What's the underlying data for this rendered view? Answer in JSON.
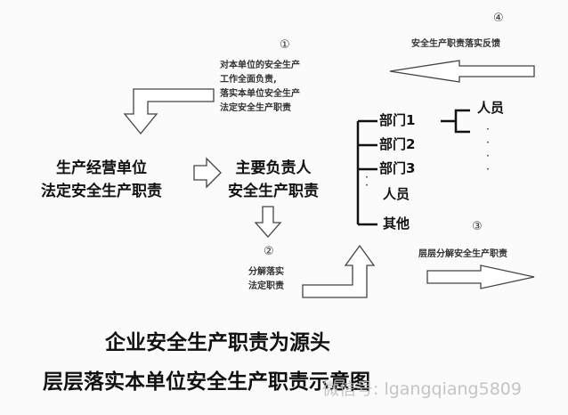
{
  "markers": {
    "one": "①",
    "two": "②",
    "three": "③",
    "four": "④"
  },
  "feedback_label": "安全生产职责落实反馈",
  "decompose_label": "层层分解安全生产职责",
  "main_duty_note": [
    "对本单位的安全生产",
    "工作全面负责,",
    "落实本单位安全生产",
    "法定安全生产职责"
  ],
  "split_note": [
    "分解落实",
    "法定职责"
  ],
  "unit": [
    "生产经营单位",
    "法定安全生产职责"
  ],
  "leader": [
    "主要负责人",
    "安全生产职责"
  ],
  "branches": [
    "部门1",
    "部门2",
    "部门3",
    "人员",
    "其他"
  ],
  "dept1_sub": "人员",
  "dots": "·",
  "title": [
    "企业安全生产职责为源头",
    "层层落实本单位安全生产职责示意图"
  ],
  "watermark": "微信号: lgangqiang5809"
}
